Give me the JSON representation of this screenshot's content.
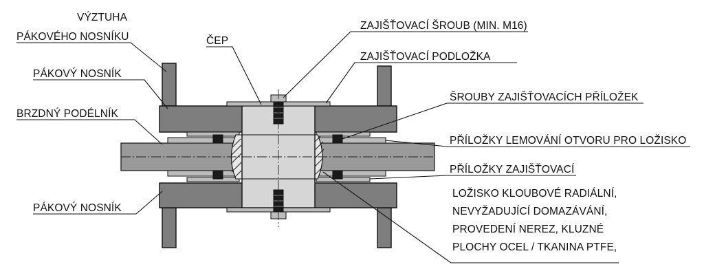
{
  "labels": {
    "vyztuha_1": "VÝZTUHA",
    "vyztuha_2": "PÁKOVÉHO NOSNÍKU",
    "pakovy_top": "PÁKOVÝ NOSNÍK",
    "brzdny": "BRZDNÝ PODÉLNÍK",
    "pakovy_bottom": "PÁKOVÝ NOSNÍK",
    "cep": "ČEP",
    "sroub": "ZAJIŠŤOVACÍ ŠROUB (MIN. M16)",
    "podlozka": "ZAJIŠŤOVACÍ PODLOŽKA",
    "srouby_prilozek": "ŠROUBY ZAJIŠŤOVACÍCH PŘÍLOŽEK",
    "prilozky_lemovani": "PŘÍLOŽKY  LEMOVÁNÍ OTVORU PRO LOŽISKO",
    "prilozky_zajistovaci": "PŘÍLOŽKY ZAJIŠŤOVACÍ",
    "lozisko_1": "LOŽISKO KLOUBOVÉ RADIÁLNÍ,",
    "lozisko_2": "NEVYŽADUJÍCÍ DOMAZÁVÁNÍ,",
    "lozisko_3": "PROVEDENÍ NEREZ, KLUZNÉ",
    "lozisko_4": "PLOCHY OCEL / TKANINA PTFE,"
  }
}
